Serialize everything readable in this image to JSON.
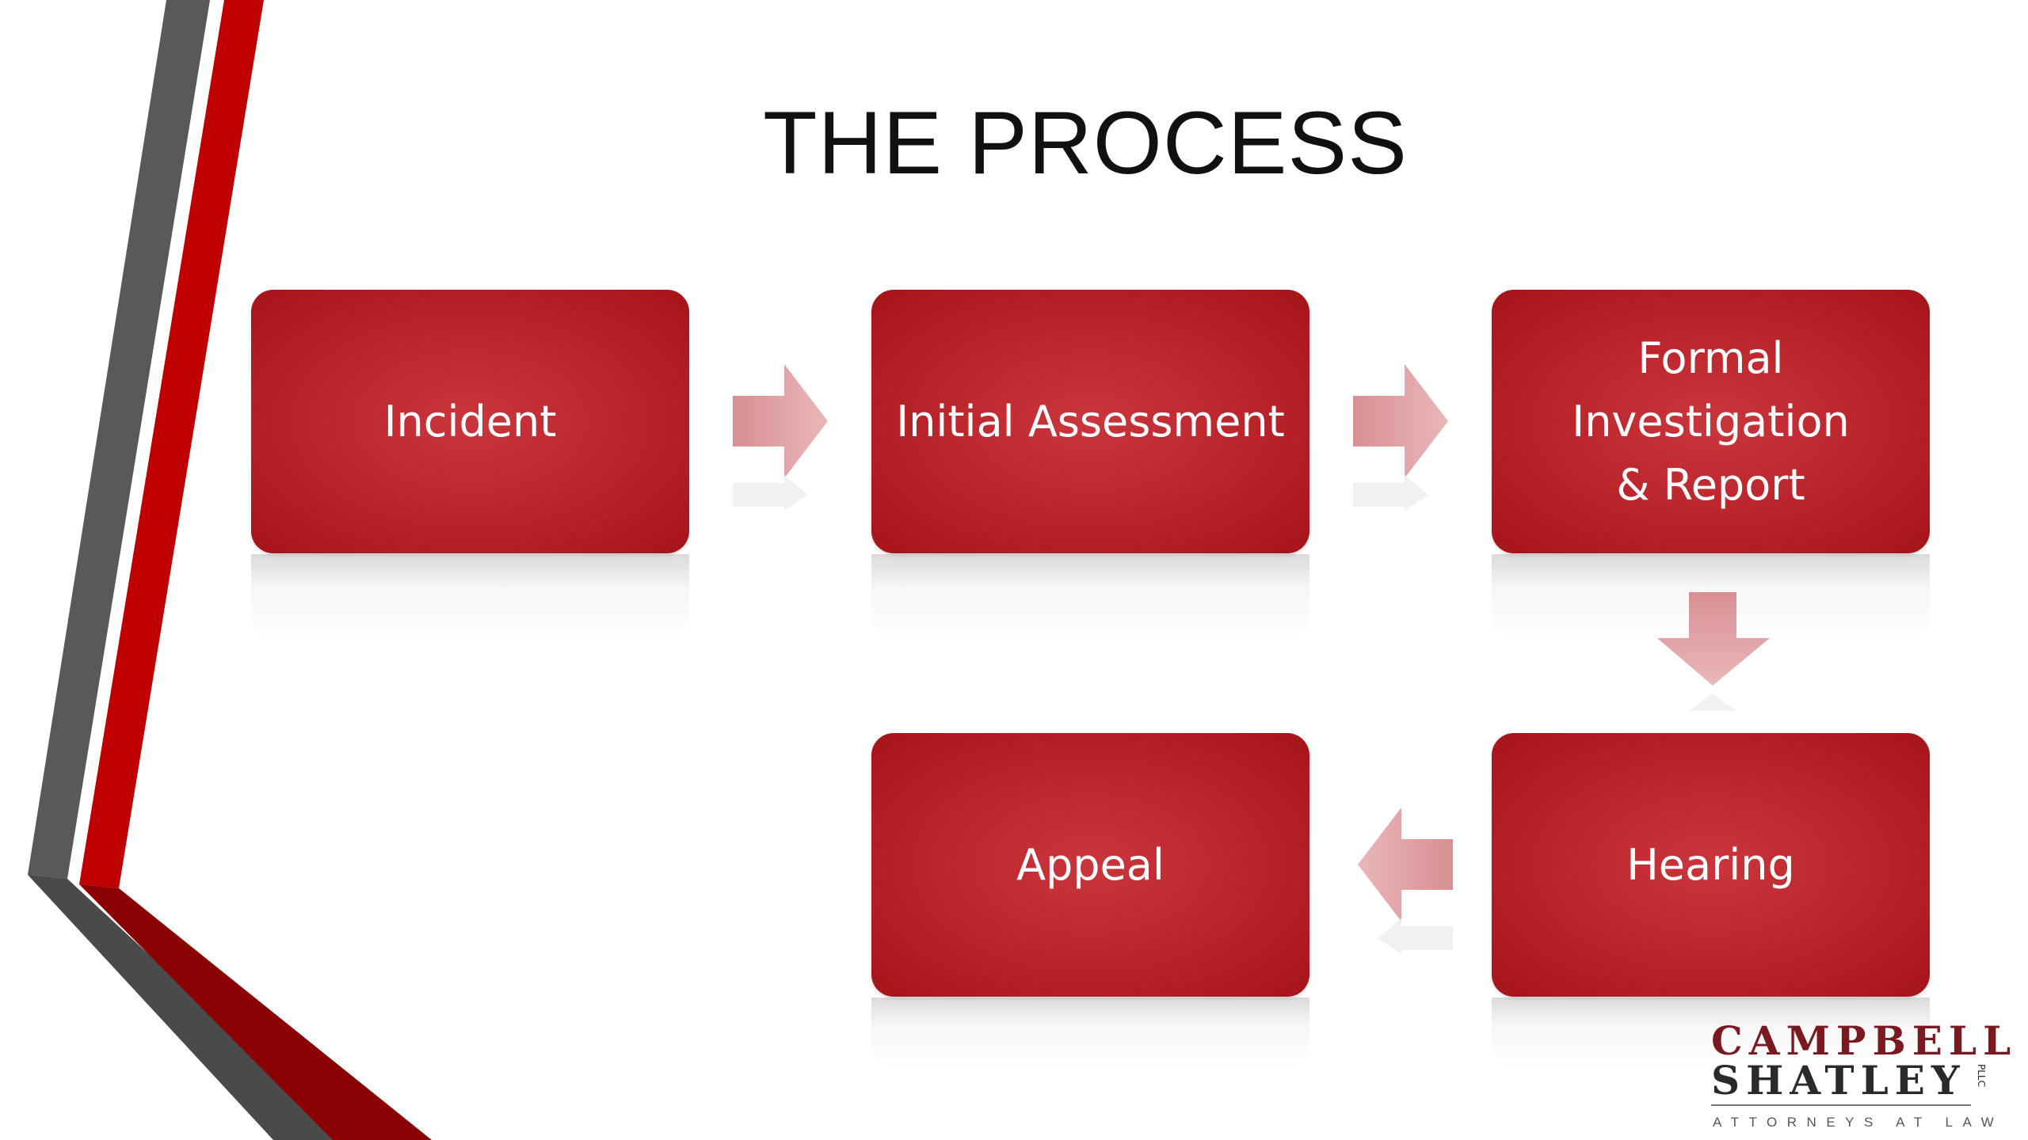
{
  "slide": {
    "title": "THE PROCESS"
  },
  "diagram": {
    "type": "process-flow",
    "nodes": [
      {
        "id": "incident",
        "label": "Incident"
      },
      {
        "id": "initial-assessment",
        "label": "Initial Assessment"
      },
      {
        "id": "formal-investigation",
        "label": "Formal\nInvestigation\n& Report"
      },
      {
        "id": "hearing",
        "label": "Hearing"
      },
      {
        "id": "appeal",
        "label": "Appeal"
      }
    ],
    "edges": [
      {
        "from": "incident",
        "to": "initial-assessment",
        "direction": "right"
      },
      {
        "from": "initial-assessment",
        "to": "formal-investigation",
        "direction": "right"
      },
      {
        "from": "formal-investigation",
        "to": "hearing",
        "direction": "down"
      },
      {
        "from": "hearing",
        "to": "appeal",
        "direction": "left"
      }
    ]
  },
  "logo": {
    "line1": "CAMPBELL",
    "line2": "SHATLEY",
    "suffix": "PLLC",
    "tagline": "ATTORNEYS AT LAW"
  },
  "colors": {
    "box_red": "#bc272d",
    "arrow_pink": "#e4a8aa",
    "stripe_red": "#c00000",
    "stripe_gray": "#595959",
    "stripe_dark_red": "#8b0000"
  }
}
